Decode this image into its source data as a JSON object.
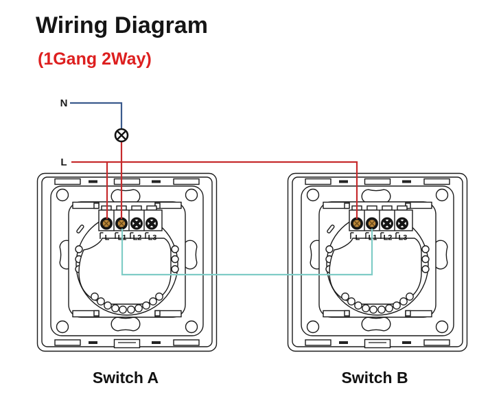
{
  "header": {
    "title": "Wiring Diagram",
    "subtitle": "(1Gang 2Way)"
  },
  "wiring": {
    "neutral_label": "N",
    "live_label": "L",
    "lamp_icon": "circle-cross-lamp"
  },
  "colors": {
    "live_wire": "#c62a2c",
    "neutral_wire": "#3a5a8c",
    "traveler_wire": "#7fccc6",
    "outline": "#1a1a1a",
    "terminal_brass": "#bb883c",
    "terminal_black": "#151515",
    "subtitle_red": "#dd1f1f"
  },
  "switches": [
    {
      "name": "Switch A",
      "terminals": [
        "L",
        "L1",
        "L2",
        "L3"
      ]
    },
    {
      "name": "Switch B",
      "terminals": [
        "L",
        "L1",
        "L2",
        "L3"
      ]
    }
  ]
}
